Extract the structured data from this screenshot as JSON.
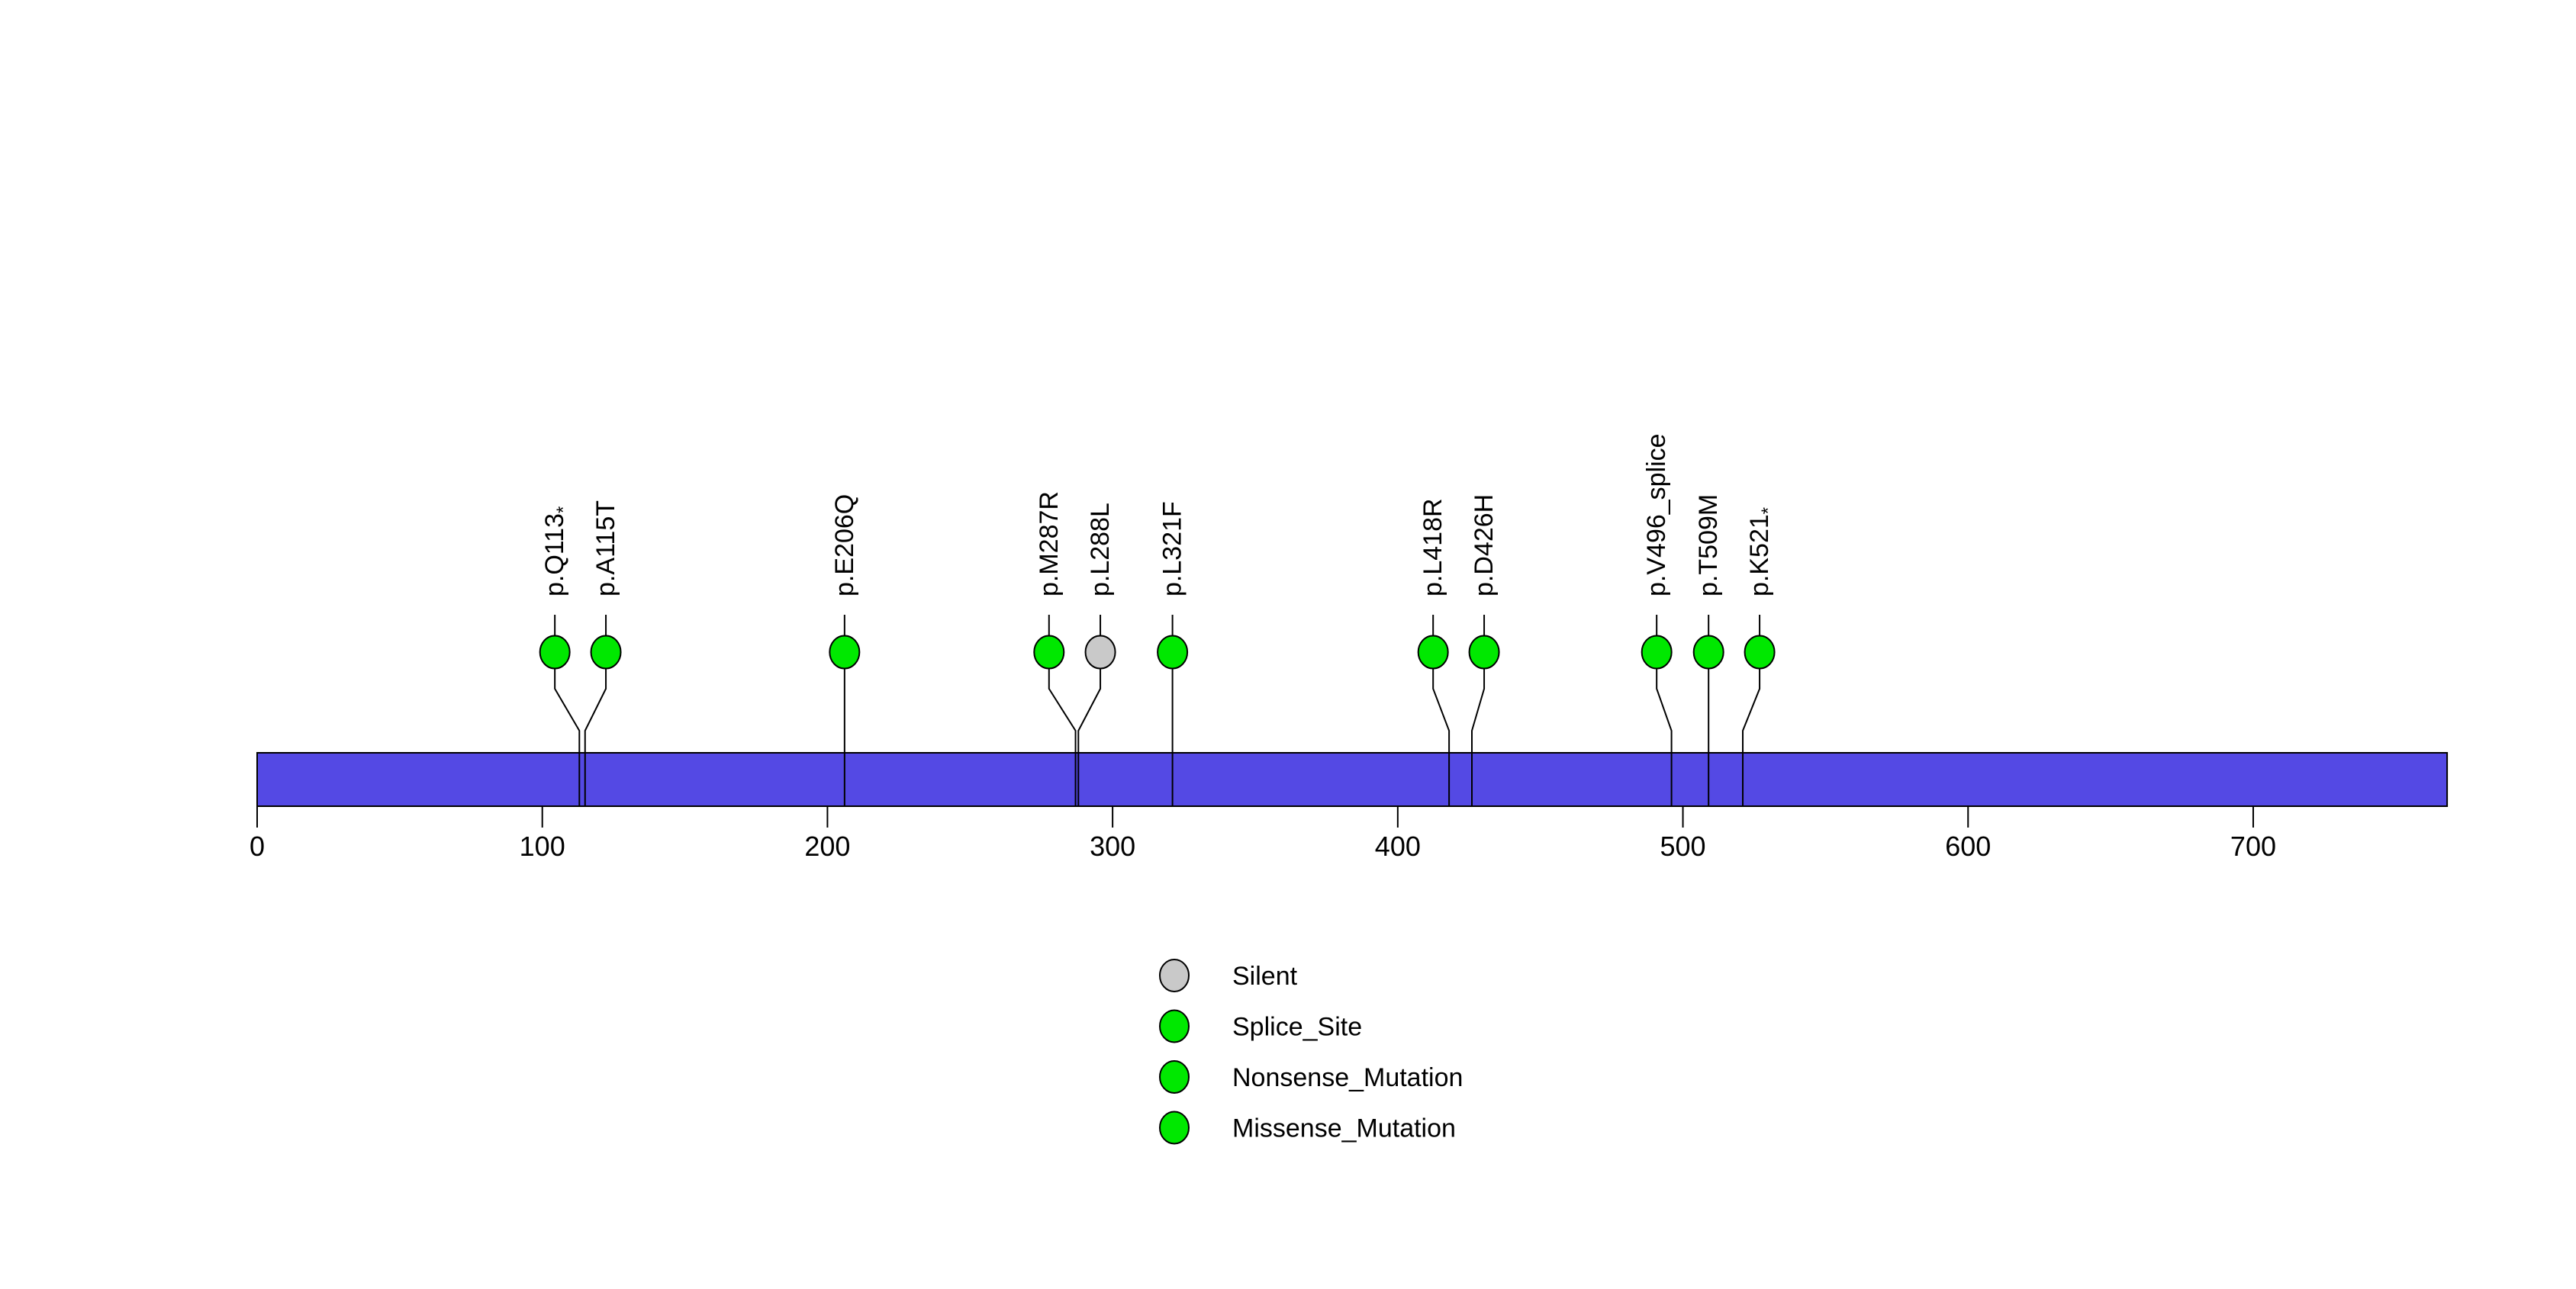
{
  "figure": {
    "background_color": "#ffffff",
    "title": ""
  },
  "chart_data": {
    "type": "lollipop",
    "subtype": "protein-mutation-plot",
    "title": "",
    "xlabel": "",
    "ylabel": "",
    "x_axis": {
      "min": 0,
      "max": 768,
      "tick_values": [
        0,
        100,
        200,
        300,
        400,
        500,
        600,
        700
      ],
      "ticks": [
        "0",
        "100",
        "200",
        "300",
        "400",
        "500",
        "600",
        "700"
      ],
      "grid": "off"
    },
    "protein": {
      "start": 0,
      "end": 768,
      "bar_color": "#5449E4",
      "outline_color": "#000000"
    },
    "colors": {
      "missense": "#00E800",
      "nonsense": "#00E800",
      "splice_site": "#00E800",
      "silent": "#C9C9C9",
      "stem": "#000000"
    },
    "mutations": [
      {
        "label": "p.Q113",
        "label_sub": "*",
        "aa": 113,
        "head_aa": 104.4,
        "class": "Nonsense_Mutation",
        "color": "#00E800"
      },
      {
        "label": "p.A115T",
        "label_sub": "",
        "aa": 115,
        "head_aa": 122.3,
        "class": "Missense_Mutation",
        "color": "#00E800"
      },
      {
        "label": "p.E206Q",
        "label_sub": "",
        "aa": 206,
        "head_aa": 206.0,
        "class": "Missense_Mutation",
        "color": "#00E800"
      },
      {
        "label": "p.M287R",
        "label_sub": "",
        "aa": 287,
        "head_aa": 277.7,
        "class": "Missense_Mutation",
        "color": "#00E800"
      },
      {
        "label": "p.L288L",
        "label_sub": "",
        "aa": 288,
        "head_aa": 295.7,
        "class": "Silent",
        "color": "#C9C9C9"
      },
      {
        "label": "p.L321F",
        "label_sub": "",
        "aa": 321,
        "head_aa": 321.0,
        "class": "Missense_Mutation",
        "color": "#00E800"
      },
      {
        "label": "p.L418R",
        "label_sub": "",
        "aa": 418,
        "head_aa": 412.4,
        "class": "Missense_Mutation",
        "color": "#00E800"
      },
      {
        "label": "p.D426H",
        "label_sub": "",
        "aa": 426,
        "head_aa": 430.3,
        "class": "Missense_Mutation",
        "color": "#00E800"
      },
      {
        "label": "p.V496_splice",
        "label_sub": "",
        "aa": 496,
        "head_aa": 490.8,
        "class": "Splice_Site",
        "color": "#00E800"
      },
      {
        "label": "p.T509M",
        "label_sub": "",
        "aa": 509,
        "head_aa": 509.0,
        "class": "Missense_Mutation",
        "color": "#00E800"
      },
      {
        "label": "p.K521",
        "label_sub": "*",
        "aa": 521,
        "head_aa": 526.9,
        "class": "Nonsense_Mutation",
        "color": "#00E800"
      }
    ],
    "legend": {
      "position": "bottom-center",
      "entries": [
        {
          "label": "Silent",
          "color": "#C9C9C9"
        },
        {
          "label": "Splice_Site",
          "color": "#00E800"
        },
        {
          "label": "Nonsense_Mutation",
          "color": "#00E800"
        },
        {
          "label": "Missense_Mutation",
          "color": "#00E800"
        }
      ]
    }
  }
}
